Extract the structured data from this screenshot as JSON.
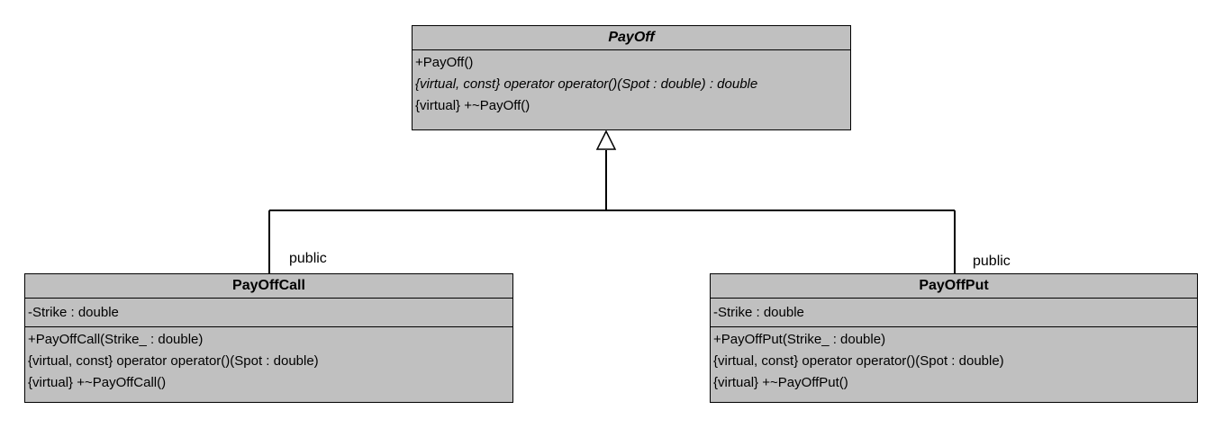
{
  "classes": {
    "payoff": {
      "name": "PayOff",
      "operations": [
        "+PayOff()",
        "{virtual, const} operator operator()(Spot : double) : double",
        "{virtual} +~PayOff()"
      ]
    },
    "payoffcall": {
      "name": "PayOffCall",
      "attributes": [
        "-Strike : double"
      ],
      "operations": [
        "+PayOffCall(Strike_ : double)",
        "{virtual, const} operator operator()(Spot : double)",
        "{virtual} +~PayOffCall()"
      ]
    },
    "payoffput": {
      "name": "PayOffPut",
      "attributes": [
        "-Strike : double"
      ],
      "operations": [
        "+PayOffPut(Strike_ : double)",
        "{virtual, const} operator operator()(Spot : double)",
        "{virtual} +~PayOffPut()"
      ]
    }
  },
  "relations": [
    {
      "type": "generalization",
      "from": "PayOffCall",
      "to": "PayOff",
      "label": "public"
    },
    {
      "type": "generalization",
      "from": "PayOffPut",
      "to": "PayOff",
      "label": "public"
    }
  ],
  "colors": {
    "class_fill": "#c0c0c0",
    "line": "#000000"
  }
}
